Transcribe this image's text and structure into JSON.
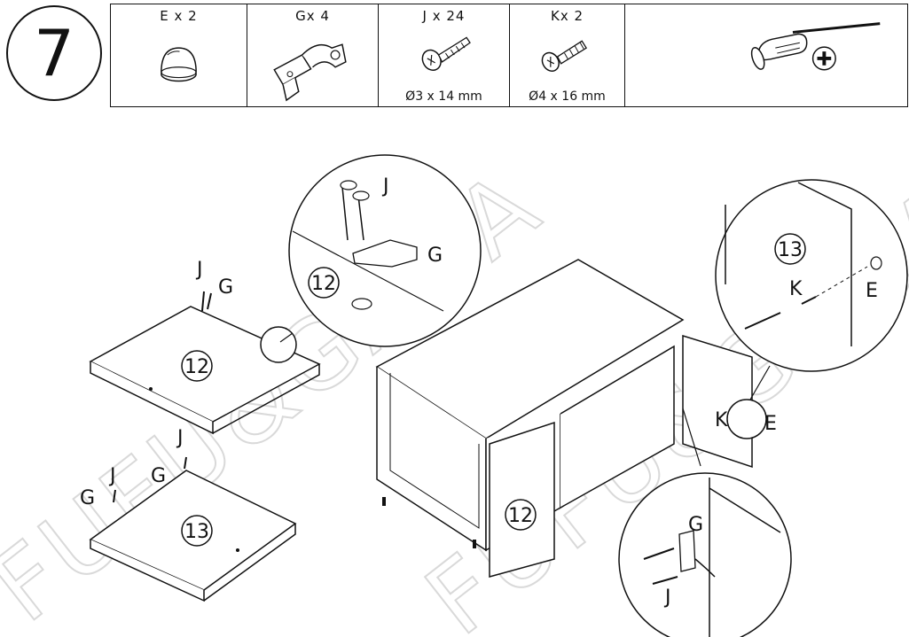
{
  "step": {
    "number": "7"
  },
  "parts": [
    {
      "title": "E x 2",
      "spec": "",
      "icon": "knob-icon"
    },
    {
      "title": "Gx 4",
      "spec": "",
      "icon": "hinge-icon"
    },
    {
      "title": "J x 24",
      "spec": "Ø3  x 14 mm",
      "icon": "wood-screw-icon"
    },
    {
      "title": "Kx 2",
      "spec": "Ø4 x 16 mm",
      "icon": "machine-screw-icon"
    }
  ],
  "tool": {
    "icon": "phillips-screwdriver-icon"
  },
  "labels": {
    "panel_12": "12",
    "panel_13": "13",
    "door_12": "12",
    "detail_12": "12",
    "detail_13": "13",
    "part_j": "J",
    "part_g": "G",
    "part_k": "K",
    "part_e": "E"
  },
  "watermark": "FUFU&GAGA"
}
